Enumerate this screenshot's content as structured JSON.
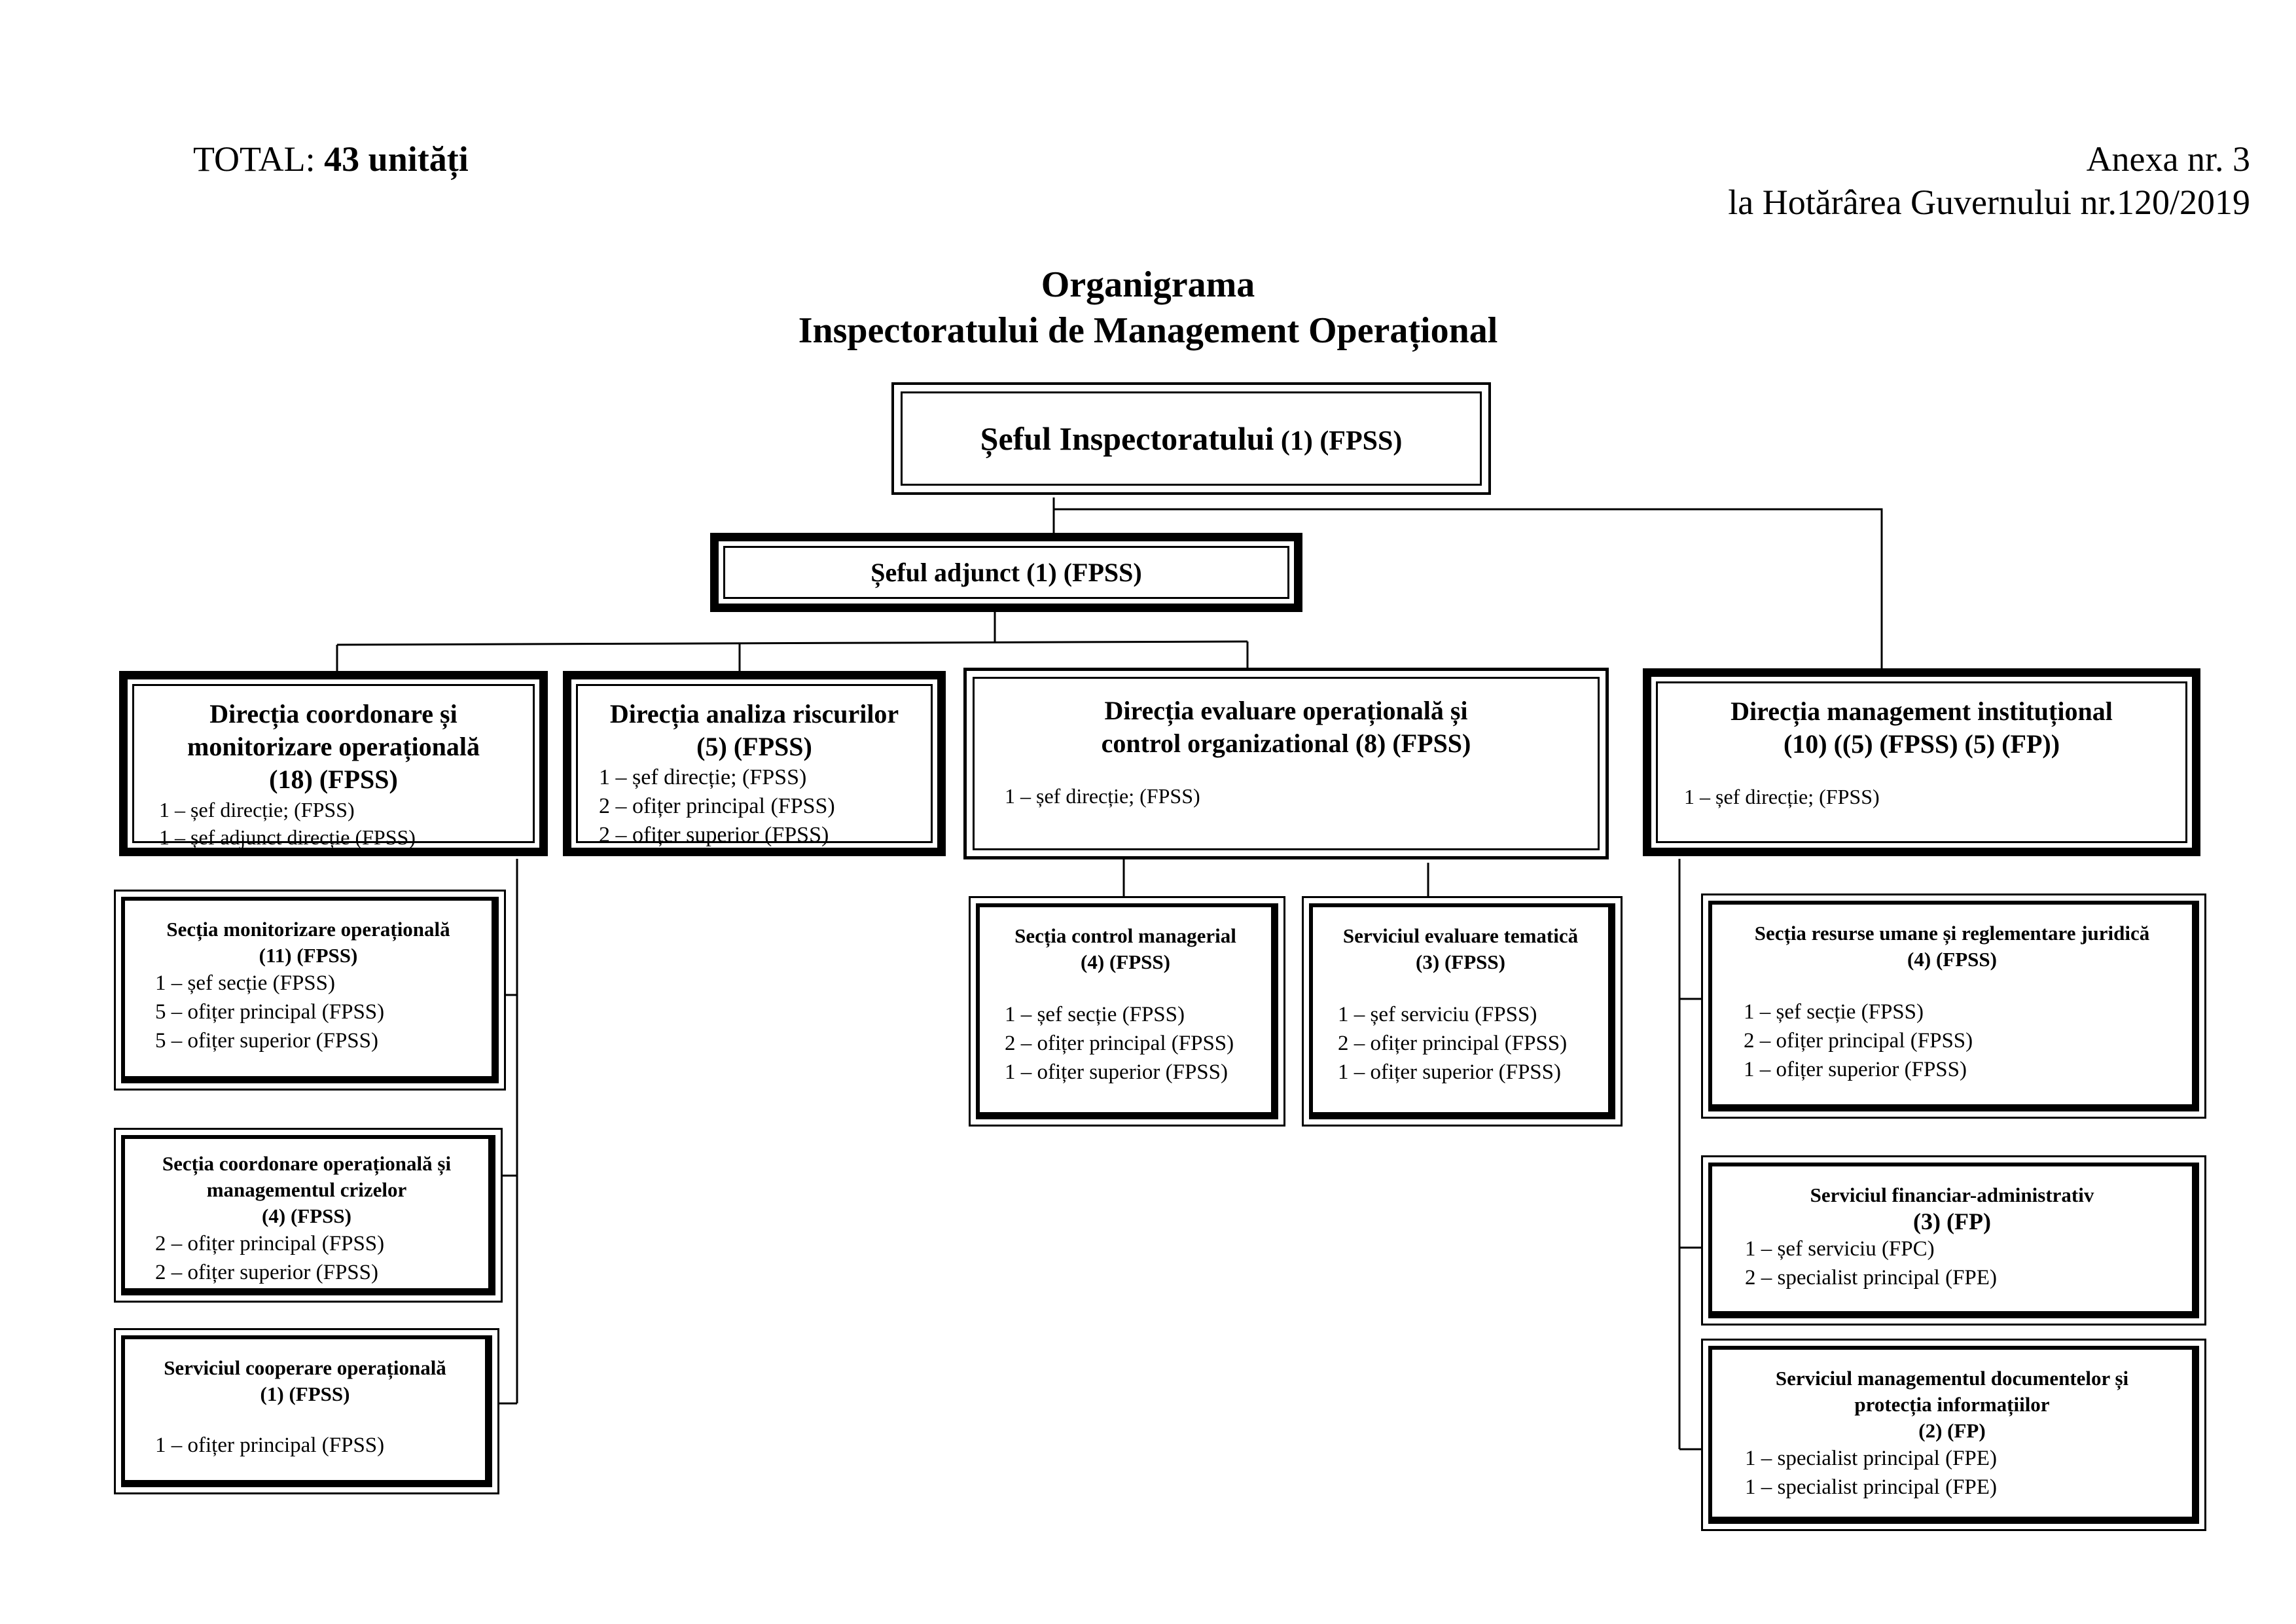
{
  "header": {
    "total_prefix": "TOTAL: ",
    "total_value": "43 unități",
    "annex_line1": "Anexa nr. 3",
    "annex_line2": "la Hotărârea Guvernului nr.120/2019"
  },
  "title": {
    "line1": "Organigrama",
    "line2": "Inspectoratului de Management Operațional"
  },
  "chief": {
    "title_bold": "Șeful Inspectoratului",
    "title_rest": " (1) (FPSS)"
  },
  "deputy": {
    "title": "Șeful adjunct (1) (FPSS)"
  },
  "directorates": [
    {
      "title_lines": [
        "Direcția coordonare și",
        "monitorizare operațională",
        "(18) (FPSS)"
      ],
      "staff": [
        "1 – șef direcție; (FPSS)",
        "1 – șef adjunct direcție (FPSS)"
      ]
    },
    {
      "title_lines": [
        "Direcția analiza riscurilor",
        "(5) (FPSS)"
      ],
      "staff": [
        "1 – șef direcție; (FPSS)",
        "2 – ofițer principal (FPSS)",
        "2 – ofițer superior (FPSS)"
      ]
    },
    {
      "title_lines": [
        "Direcția evaluare operațională și",
        "control organizational   (8) (FPSS)"
      ],
      "staff": [
        "1 – șef direcție; (FPSS)"
      ]
    },
    {
      "title_lines": [
        "Direcția management instituțional",
        "(10) ((5) (FPSS) (5) (FP))"
      ],
      "staff": [
        "1 – șef direcție; (FPSS)"
      ]
    }
  ],
  "sections": {
    "monitorizare": {
      "title_lines": [
        "Secția monitorizare operațională",
        "(11) (FPSS)"
      ],
      "staff": [
        "1 – șef secție (FPSS)",
        "5 – ofițer principal (FPSS)",
        "5 – ofițer superior (FPSS)"
      ]
    },
    "coordonare": {
      "title_lines": [
        "Secția coordonare operațională și",
        "managementul crizelor",
        "(4) (FPSS)"
      ],
      "staff": [
        "2 – ofițer principal (FPSS)",
        "2 – ofițer superior (FPSS)"
      ]
    },
    "cooperare": {
      "title_lines": [
        "Serviciul cooperare operațională",
        "(1) (FPSS)"
      ],
      "staff": [
        "1 – ofițer principal (FPSS)"
      ]
    },
    "control": {
      "title_lines": [
        "Secția control managerial",
        "(4) (FPSS)"
      ],
      "staff": [
        "1 – șef secție (FPSS)",
        "2 – ofițer principal (FPSS)",
        "1 – ofițer superior (FPSS)"
      ]
    },
    "evaluare": {
      "title_lines": [
        "Serviciul evaluare tematică",
        "(3) (FPSS)"
      ],
      "staff": [
        "1 – șef serviciu (FPSS)",
        "2 – ofițer principal (FPSS)",
        "1 – ofițer superior (FPSS)"
      ]
    },
    "resurse": {
      "title_lines": [
        "Secția resurse umane și reglementare juridică",
        "(4) (FPSS)"
      ],
      "staff": [
        "1 – șef secție (FPSS)",
        "2 – ofițer principal (FPSS)",
        "1 – ofițer superior (FPSS)"
      ]
    },
    "financiar": {
      "title_lines": [
        "Serviciul financiar-administrativ",
        "(3) (FP)"
      ],
      "staff": [
        "1 – șef serviciu (FPC)",
        "2 – specialist principal (FPE)"
      ]
    },
    "documente": {
      "title_lines": [
        "Serviciul managementul documentelor și",
        "protecția informațiilor",
        "(2) (FP)"
      ],
      "staff": [
        "1 – specialist principal (FPE)",
        "1 – specialist principal (FPE)"
      ]
    }
  }
}
